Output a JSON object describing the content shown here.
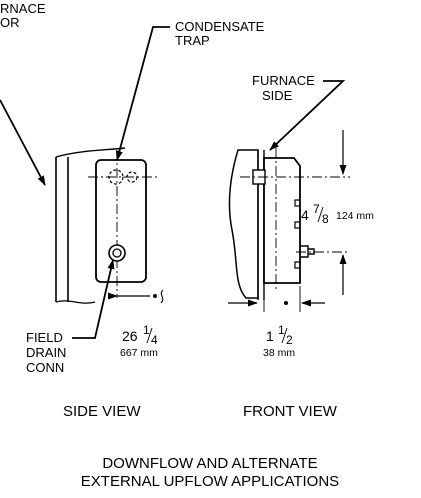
{
  "labels": {
    "furnace_door_1": "RNACE",
    "furnace_door_2": "OR",
    "condensate_1": "CONDENSATE",
    "condensate_2": "TRAP",
    "furnace_side_1": "FURNACE",
    "furnace_side_2": "SIDE",
    "field_1": "FIELD",
    "field_2": "DRAIN",
    "field_3": "CONN"
  },
  "dimensions": {
    "side_whole": "26",
    "side_frac_num": "1",
    "side_frac_den": "4",
    "side_mm": "667 mm",
    "height_whole": "4",
    "height_frac_num": "7",
    "height_frac_den": "8",
    "height_mm": "124 mm",
    "depth_whole": "1",
    "depth_frac_num": "1",
    "depth_frac_den": "2",
    "depth_mm": "38 mm"
  },
  "views": {
    "side": "SIDE VIEW",
    "front": "FRONT VIEW"
  },
  "caption": {
    "line1": "DOWNFLOW AND ALTERNATE",
    "line2": "EXTERNAL UPFLOW APPLICATIONS"
  },
  "colors": {
    "ink": "#000000",
    "paper": "#ffffff"
  }
}
